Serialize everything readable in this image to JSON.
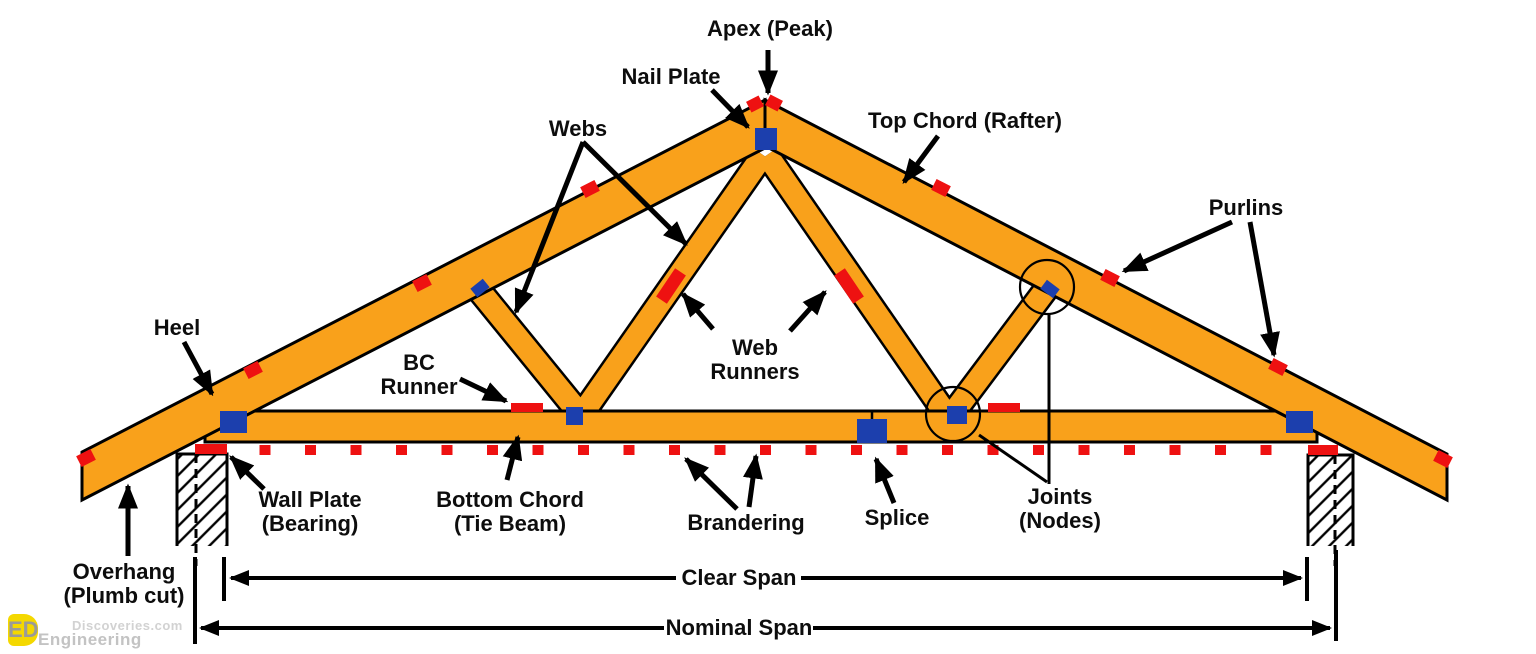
{
  "diagram": {
    "labels": {
      "apex": "Apex (Peak)",
      "nail_plate": "Nail Plate",
      "webs": "Webs",
      "top_chord": "Top Chord (Rafter)",
      "purlins": "Purlins",
      "heel": "Heel",
      "bc_runner_l1": "BC",
      "bc_runner_l2": "Runner",
      "wall_plate_l1": "Wall Plate",
      "wall_plate_l2": "(Bearing)",
      "bottom_chord_l1": "Bottom Chord",
      "bottom_chord_l2": "(Tie Beam)",
      "brandering": "Brandering",
      "splice": "Splice",
      "joints_l1": "Joints",
      "joints_l2": "(Nodes)",
      "web_runners_l1": "Web",
      "web_runners_l2": "Runners",
      "overhang_l1": "Overhang",
      "overhang_l2": "(Plumb cut)",
      "clear_span": "Clear Span",
      "nominal_span": "Nominal Span"
    },
    "watermark": {
      "logo_letters": "ED",
      "line1": "Engineering",
      "line2": "Discoveries.com"
    },
    "colors": {
      "wood": "#F9A11B",
      "plate_blue": "#1C3FAD",
      "marker_red": "#EE1111",
      "line_black": "#000000"
    }
  }
}
